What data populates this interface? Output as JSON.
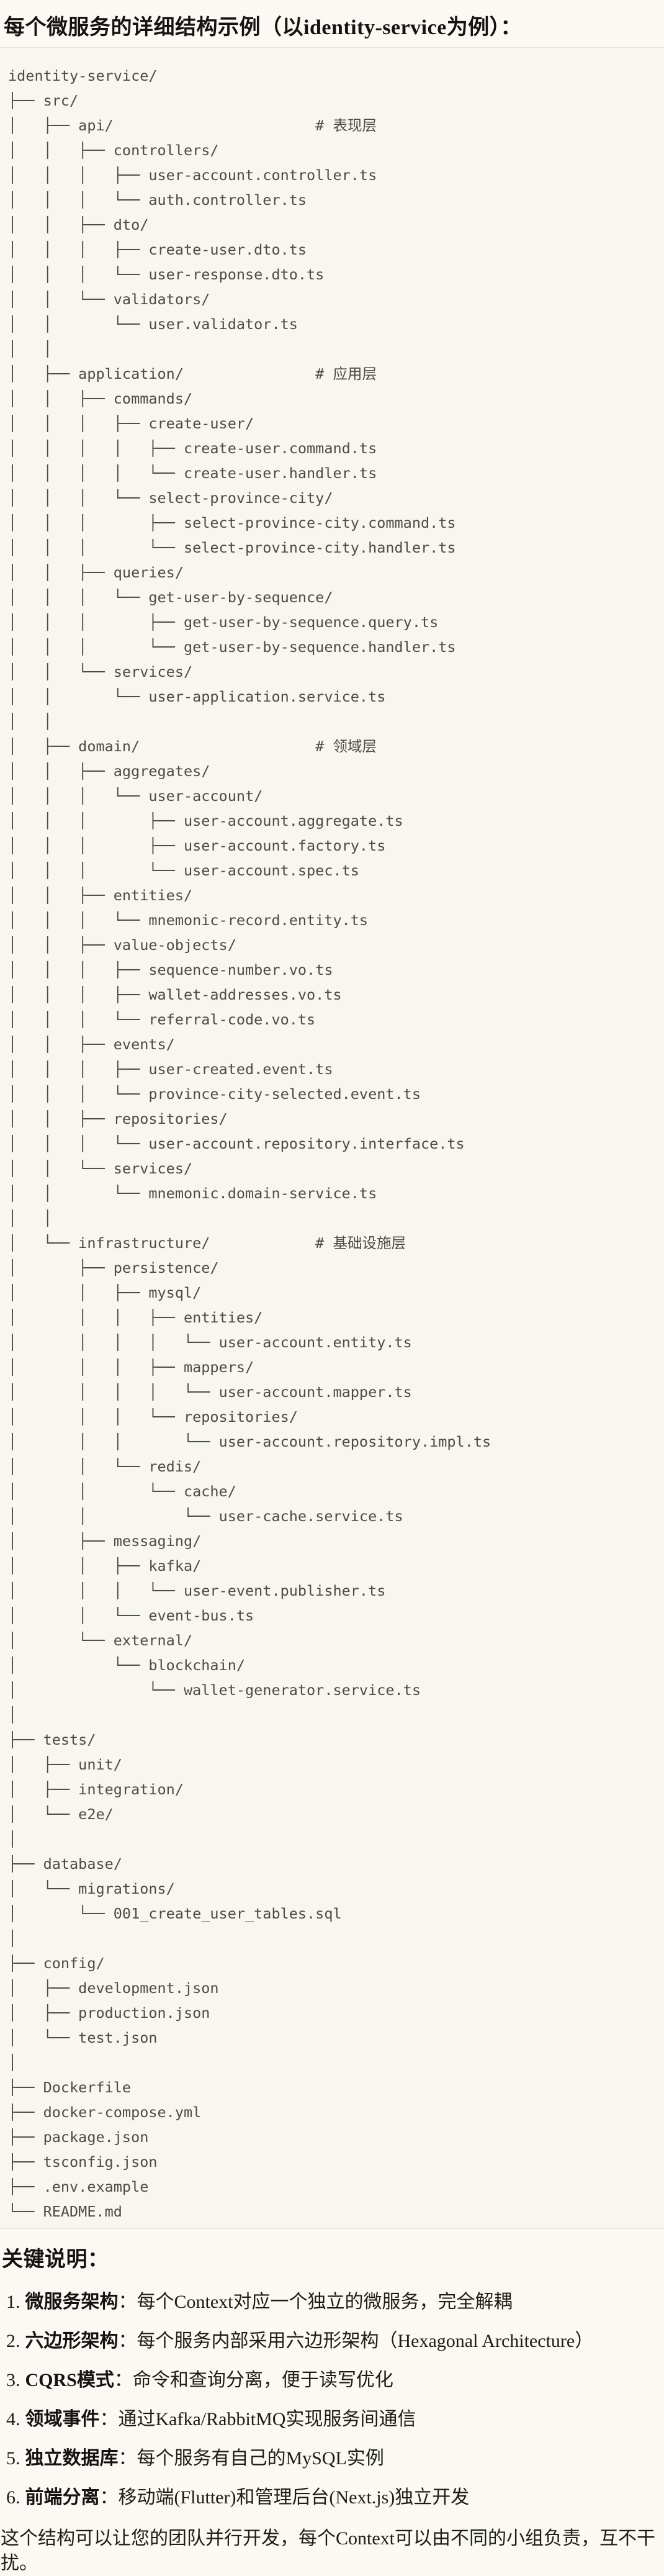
{
  "header": {
    "title": "每个微服务的详细结构示例（以identity-service为例）："
  },
  "tree": {
    "lines": [
      "identity-service/",
      "├── src/",
      "│   ├── api/                       # 表现层",
      "│   │   ├── controllers/",
      "│   │   │   ├── user-account.controller.ts",
      "│   │   │   └── auth.controller.ts",
      "│   │   ├── dto/",
      "│   │   │   ├── create-user.dto.ts",
      "│   │   │   └── user-response.dto.ts",
      "│   │   └── validators/",
      "│   │       └── user.validator.ts",
      "│   │",
      "│   ├── application/               # 应用层",
      "│   │   ├── commands/",
      "│   │   │   ├── create-user/",
      "│   │   │   │   ├── create-user.command.ts",
      "│   │   │   │   └── create-user.handler.ts",
      "│   │   │   └── select-province-city/",
      "│   │   │       ├── select-province-city.command.ts",
      "│   │   │       └── select-province-city.handler.ts",
      "│   │   ├── queries/",
      "│   │   │   └── get-user-by-sequence/",
      "│   │   │       ├── get-user-by-sequence.query.ts",
      "│   │   │       └── get-user-by-sequence.handler.ts",
      "│   │   └── services/",
      "│   │       └── user-application.service.ts",
      "│   │",
      "│   ├── domain/                    # 领域层",
      "│   │   ├── aggregates/",
      "│   │   │   └── user-account/",
      "│   │   │       ├── user-account.aggregate.ts",
      "│   │   │       ├── user-account.factory.ts",
      "│   │   │       └── user-account.spec.ts",
      "│   │   ├── entities/",
      "│   │   │   └── mnemonic-record.entity.ts",
      "│   │   ├── value-objects/",
      "│   │   │   ├── sequence-number.vo.ts",
      "│   │   │   ├── wallet-addresses.vo.ts",
      "│   │   │   └── referral-code.vo.ts",
      "│   │   ├── events/",
      "│   │   │   ├── user-created.event.ts",
      "│   │   │   └── province-city-selected.event.ts",
      "│   │   ├── repositories/",
      "│   │   │   └── user-account.repository.interface.ts",
      "│   │   └── services/",
      "│   │       └── mnemonic.domain-service.ts",
      "│   │",
      "│   └── infrastructure/            # 基础设施层",
      "│       ├── persistence/",
      "│       │   ├── mysql/",
      "│       │   │   ├── entities/",
      "│       │   │   │   └── user-account.entity.ts",
      "│       │   │   ├── mappers/",
      "│       │   │   │   └── user-account.mapper.ts",
      "│       │   │   └── repositories/",
      "│       │   │       └── user-account.repository.impl.ts",
      "│       │   └── redis/",
      "│       │       └── cache/",
      "│       │           └── user-cache.service.ts",
      "│       ├── messaging/",
      "│       │   ├── kafka/",
      "│       │   │   └── user-event.publisher.ts",
      "│       │   └── event-bus.ts",
      "│       └── external/",
      "│           └── blockchain/",
      "│               └── wallet-generator.service.ts",
      "│",
      "├── tests/",
      "│   ├── unit/",
      "│   ├── integration/",
      "│   └── e2e/",
      "│",
      "├── database/",
      "│   └── migrations/",
      "│       └── 001_create_user_tables.sql",
      "│",
      "├── config/",
      "│   ├── development.json",
      "│   ├── production.json",
      "│   └── test.json",
      "│",
      "├── Dockerfile",
      "├── docker-compose.yml",
      "├── package.json",
      "├── tsconfig.json",
      "├── .env.example",
      "└── README.md"
    ]
  },
  "notes": {
    "heading": "关键说明：",
    "items": [
      {
        "num": "1.",
        "term": "微服务架构",
        "rest": "：每个Context对应一个独立的微服务，完全解耦"
      },
      {
        "num": "2.",
        "term": "六边形架构",
        "rest": "：每个服务内部采用六边形架构（Hexagonal Architecture）"
      },
      {
        "num": "3.",
        "term": "CQRS模式",
        "rest": "：命令和查询分离，便于读写优化"
      },
      {
        "num": "4.",
        "term": "领域事件",
        "rest": "：通过Kafka/RabbitMQ实现服务间通信"
      },
      {
        "num": "5.",
        "term": "独立数据库",
        "rest": "：每个服务有自己的MySQL实例"
      },
      {
        "num": "6.",
        "term": "前端分离",
        "rest": "：移动端(Flutter)和管理后台(Next.js)独立开发"
      }
    ]
  },
  "footer": {
    "text": "这个结构可以让您的团队并行开发，每个Context可以由不同的小组负责，互不干扰。"
  },
  "colors": {
    "page_bg": "#FAF9F4",
    "code_bg": "#F7F6F1",
    "code_border": "#E6E3DB",
    "code_text": "#4E4B46",
    "body_text": "#17160F"
  }
}
